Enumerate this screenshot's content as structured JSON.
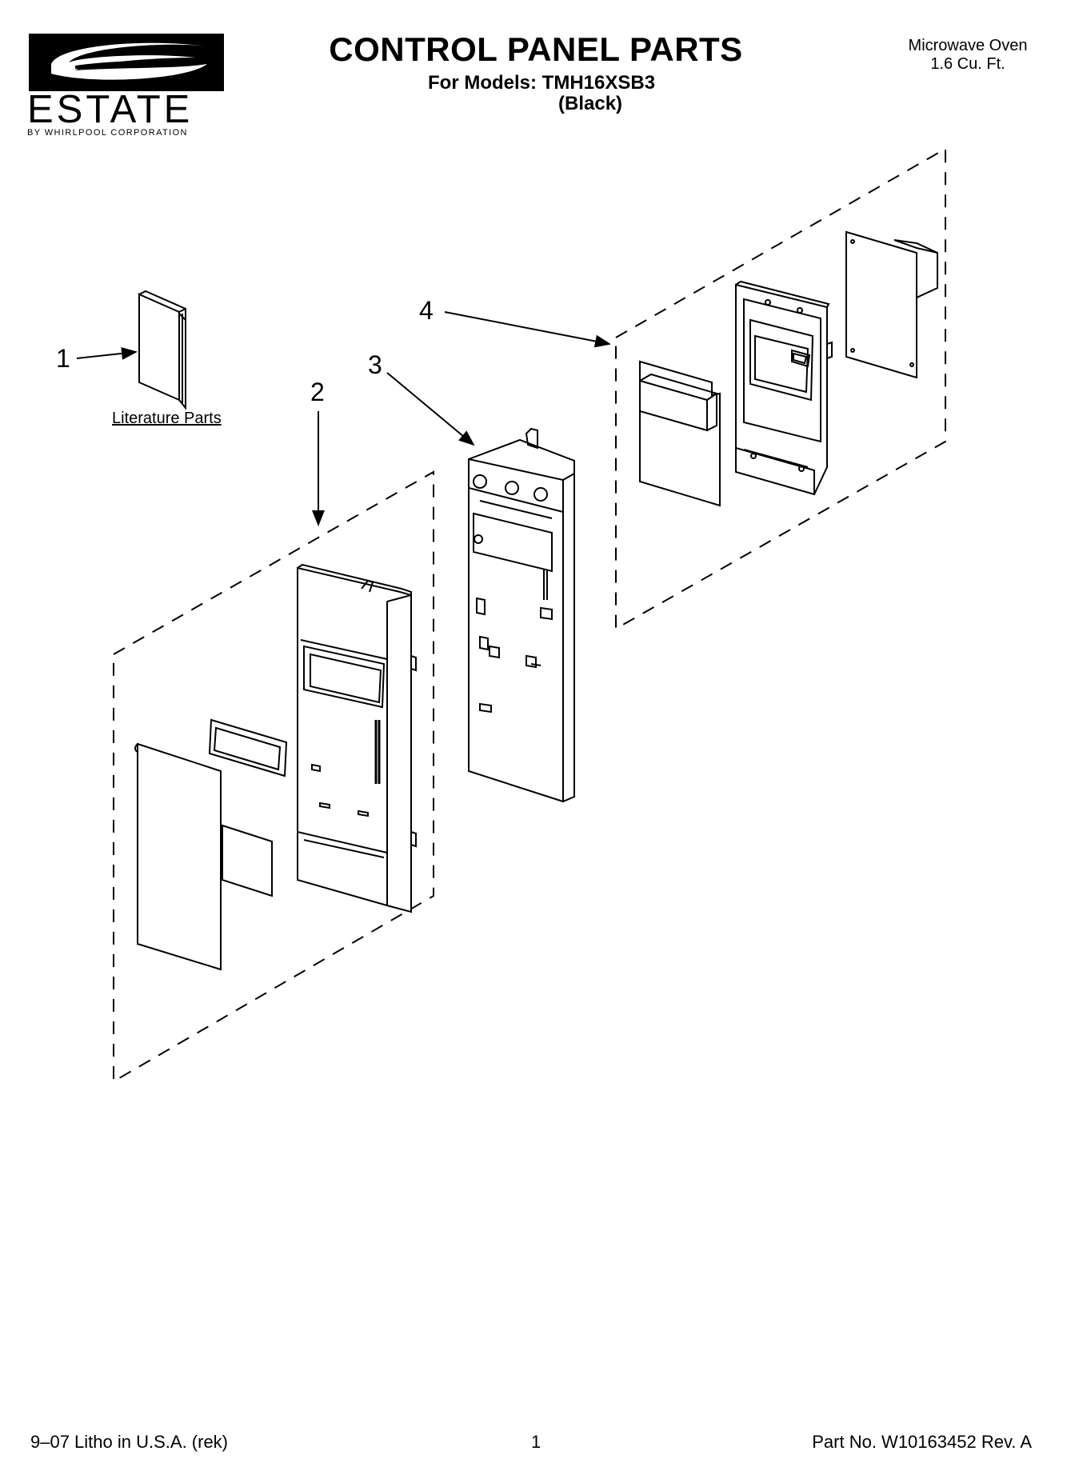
{
  "header": {
    "brand": "ESTATE",
    "brand_sub": "BY WHIRLPOOL CORPORATION",
    "title": "CONTROL PANEL PARTS",
    "models": "For Models: TMH16XSB3",
    "variant": "(Black)",
    "product_line1": "Microwave Oven",
    "product_line2": "1.6 Cu. Ft."
  },
  "callouts": [
    "1",
    "2",
    "3",
    "4"
  ],
  "literature_label": "Literature Parts",
  "footer": {
    "left": "9–07 Litho in U.S.A. (rek)",
    "center": "1",
    "right": "Part No. W10163452 Rev. A"
  },
  "icons": {
    "logo": "estate-swoosh-logo"
  }
}
